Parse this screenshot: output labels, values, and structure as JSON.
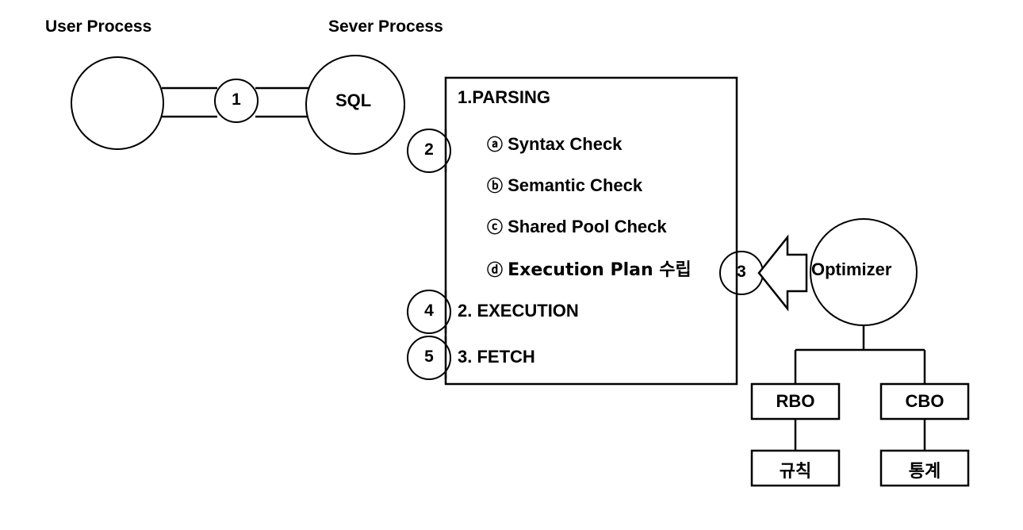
{
  "diagram": {
    "title_user_process": "User Process",
    "title_server_process": "Sever Process",
    "user_circle_label": "",
    "sql_circle_label": "SQL",
    "optimizer_circle_label": "Optimizer",
    "step_numbers": {
      "one": "1",
      "two": "2",
      "three": "3",
      "four": "4",
      "five": "5"
    },
    "main_box": {
      "parsing_heading": "1.PARSING",
      "parsing_items": [
        {
          "marker": "ⓐ",
          "text": "Syntax Check",
          "underlined": false
        },
        {
          "marker": "ⓑ",
          "text": "Semantic Check",
          "underlined": false
        },
        {
          "marker": "ⓒ",
          "text": "Shared Pool Check",
          "underlined": false
        },
        {
          "marker": "ⓓ",
          "text": "Execution Plan 수립",
          "underlined": true
        }
      ],
      "execution_heading": "2. EXECUTION",
      "fetch_heading": "3. FETCH"
    },
    "optimizer_tree": {
      "left_branch": {
        "label": "RBO",
        "child_label": "규칙"
      },
      "right_branch": {
        "label": "CBO",
        "child_label": "통계"
      }
    },
    "colors": {
      "stroke": "#000000",
      "background": "#ffffff",
      "text": "#000000"
    }
  }
}
